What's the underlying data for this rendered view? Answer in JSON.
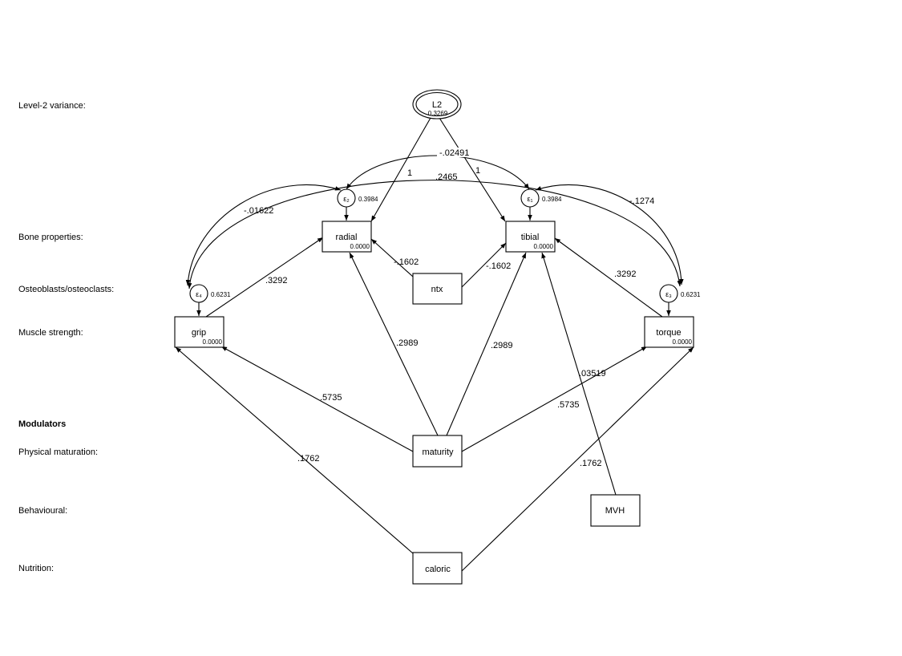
{
  "row_labels": {
    "level2": "Level-2 variance:",
    "bone": "Bone properties:",
    "osteo": "Osteoblasts/osteoclasts:",
    "muscle": "Muscle strength:",
    "modulators": "Modulators",
    "physical": "Physical maturation:",
    "behavioural": "Behavioural:",
    "nutrition": "Nutrition:"
  },
  "nodes": {
    "L2": {
      "label": "L2",
      "value": "0.3269"
    },
    "radial": {
      "label": "radial",
      "value": "0.0000"
    },
    "tibial": {
      "label": "tibial",
      "value": "0.0000"
    },
    "ntx": {
      "label": "ntx"
    },
    "grip": {
      "label": "grip",
      "value": "0.0000"
    },
    "torque": {
      "label": "torque",
      "value": "0.0000"
    },
    "maturity": {
      "label": "maturity"
    },
    "MVH": {
      "label": "MVH"
    },
    "caloric": {
      "label": "caloric"
    }
  },
  "errors": {
    "e2": {
      "label": "ε₂",
      "value": "0.3984"
    },
    "e1": {
      "label": "ε₁",
      "value": "0.3984"
    },
    "e4": {
      "label": "ε₄",
      "value": "0.6231"
    },
    "e3": {
      "label": "ε₃",
      "value": "0.6231"
    }
  },
  "coefficients": {
    "L2_radial": "1",
    "L2_tibial": "1",
    "cov_e2_e1": "-.02491",
    "cov_e4_e3": ".2465",
    "cov_e2_e4": "-.01622",
    "cov_e1_e3": "-.1274",
    "ntx_radial": "-.1602",
    "ntx_tibial": "-.1602",
    "grip_radial": ".3292",
    "torque_tibial": ".3292",
    "maturity_radial": ".2989",
    "maturity_tibial": ".2989",
    "maturity_grip": ".5735",
    "maturity_torque": ".5735",
    "MVH_tibial": ".03519",
    "caloric_grip": ".1762",
    "caloric_torque": ".1762"
  }
}
